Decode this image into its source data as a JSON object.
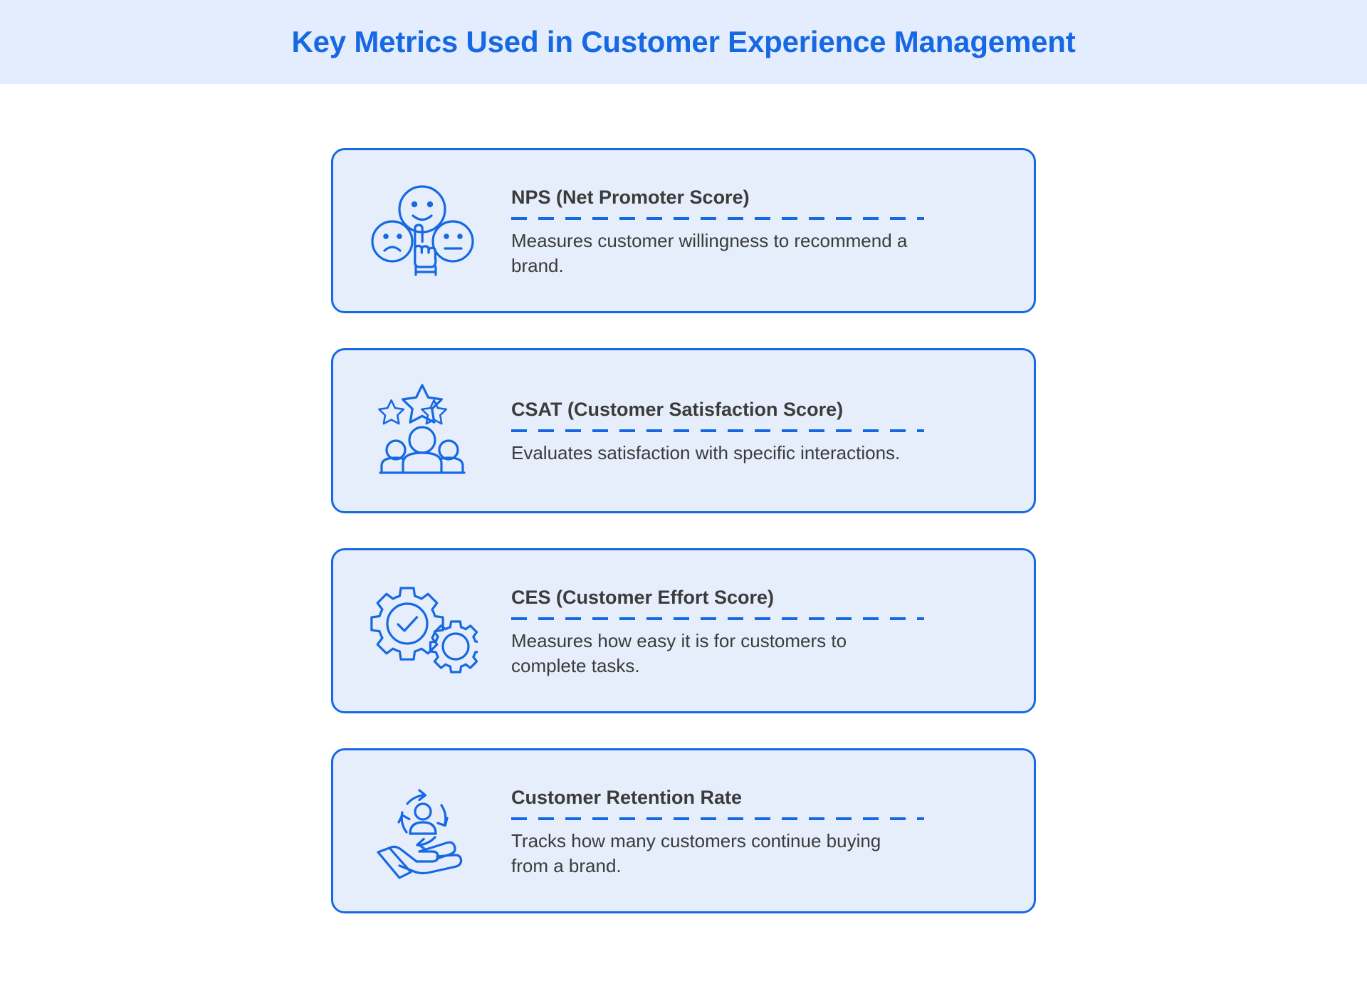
{
  "header": {
    "title": "Key Metrics Used in Customer Experience Management",
    "background_color": "#e4edfd",
    "title_color": "#1668e3"
  },
  "theme": {
    "accent_blue": "#1668e3",
    "card_fill": "#e6eefc",
    "card_border": "#1668e3",
    "text_color": "#3b3b3b",
    "page_background": "#ffffff"
  },
  "cards": [
    {
      "icon": "rating-faces-pointer-icon",
      "title": "NPS (Net Promoter Score)",
      "description": "Measures customer willingness to recommend a brand."
    },
    {
      "icon": "stars-people-icon",
      "title": "CSAT (Customer Satisfaction Score)",
      "description": "Evaluates satisfaction with specific interactions."
    },
    {
      "icon": "gears-check-icon",
      "title": "CES (Customer Effort Score)",
      "description": "Measures how easy it is for customers to complete tasks."
    },
    {
      "icon": "hand-holding-customer-cycle-icon",
      "title": "Customer Retention Rate",
      "description": "Tracks how many customers continue buying from a brand."
    }
  ]
}
